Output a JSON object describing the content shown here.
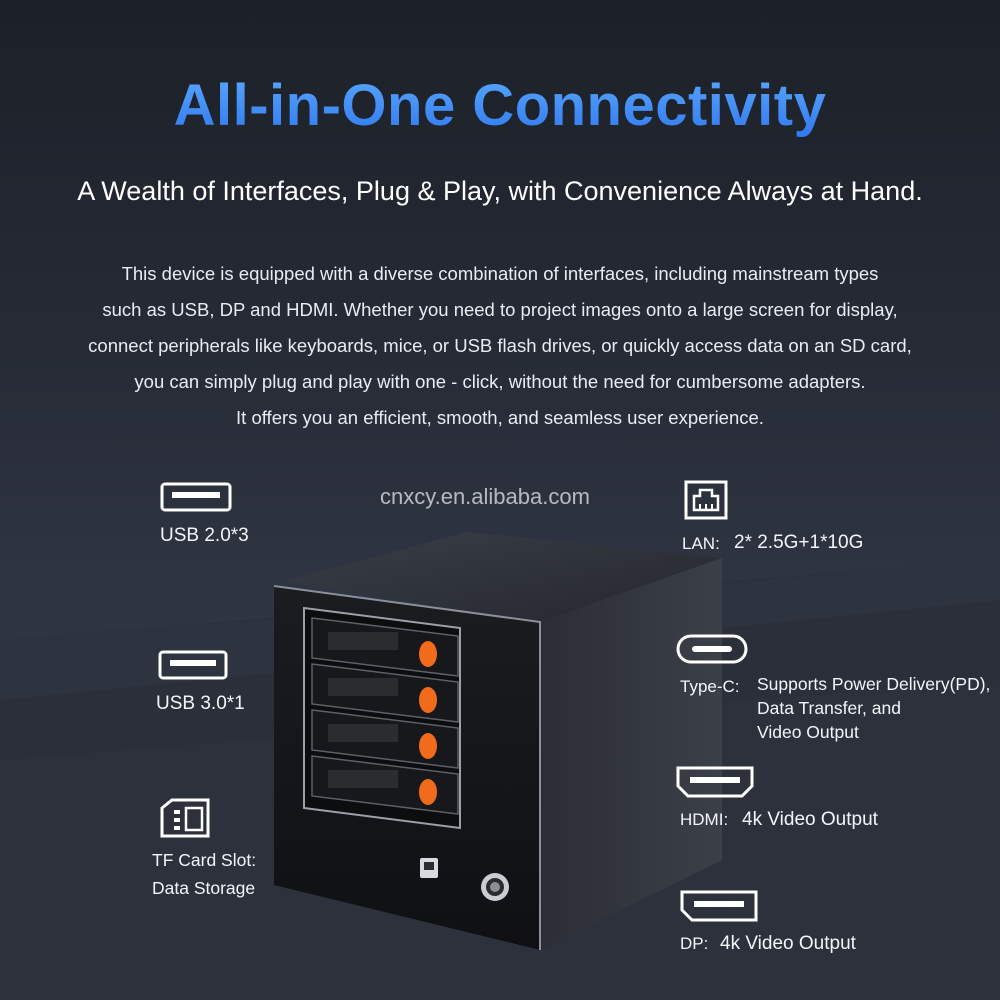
{
  "heading": {
    "title": "All-in-One Connectivity",
    "subtitle": "A Wealth of Interfaces, Plug & Play, with Convenience Always at Hand."
  },
  "description": [
    "This device is equipped with a diverse combination of interfaces, including mainstream types",
    "such as USB, DP and HDMI. Whether you need to project images onto a large screen for display,",
    "connect peripherals like keyboards, mice, or USB flash drives, or quickly access data on an SD card,",
    "you can simply plug and play with one - click, without the need for cumbersome adapters.",
    "It offers you an efficient, smooth, and seamless user experience."
  ],
  "watermark": "cnxcy.en.alibaba.com",
  "ports": {
    "usb2": {
      "label": "USB 2.0*3",
      "icon": "usb-a-icon"
    },
    "usb3": {
      "label": "USB 3.0*1",
      "icon": "usb-a-icon"
    },
    "tf": {
      "label": "TF Card Slot:",
      "detail": "Data Storage",
      "icon": "sd-card-icon"
    },
    "lan": {
      "label": "LAN:",
      "detail": "2* 2.5G+1*10G",
      "icon": "ethernet-icon"
    },
    "typec": {
      "label": "Type-C:",
      "detail": [
        "Supports Power Delivery(PD),",
        "Data Transfer, and",
        "Video Output"
      ],
      "icon": "usb-c-icon"
    },
    "hdmi": {
      "label": "HDMI:",
      "detail": "4k Video Output",
      "icon": "hdmi-icon"
    },
    "dp": {
      "label": "DP:",
      "detail": "4k Video Output",
      "icon": "displayport-icon"
    }
  },
  "colors": {
    "title_blue": "#3f8ff5",
    "drive_latch": "#f26a1b",
    "background": "#262b36"
  }
}
